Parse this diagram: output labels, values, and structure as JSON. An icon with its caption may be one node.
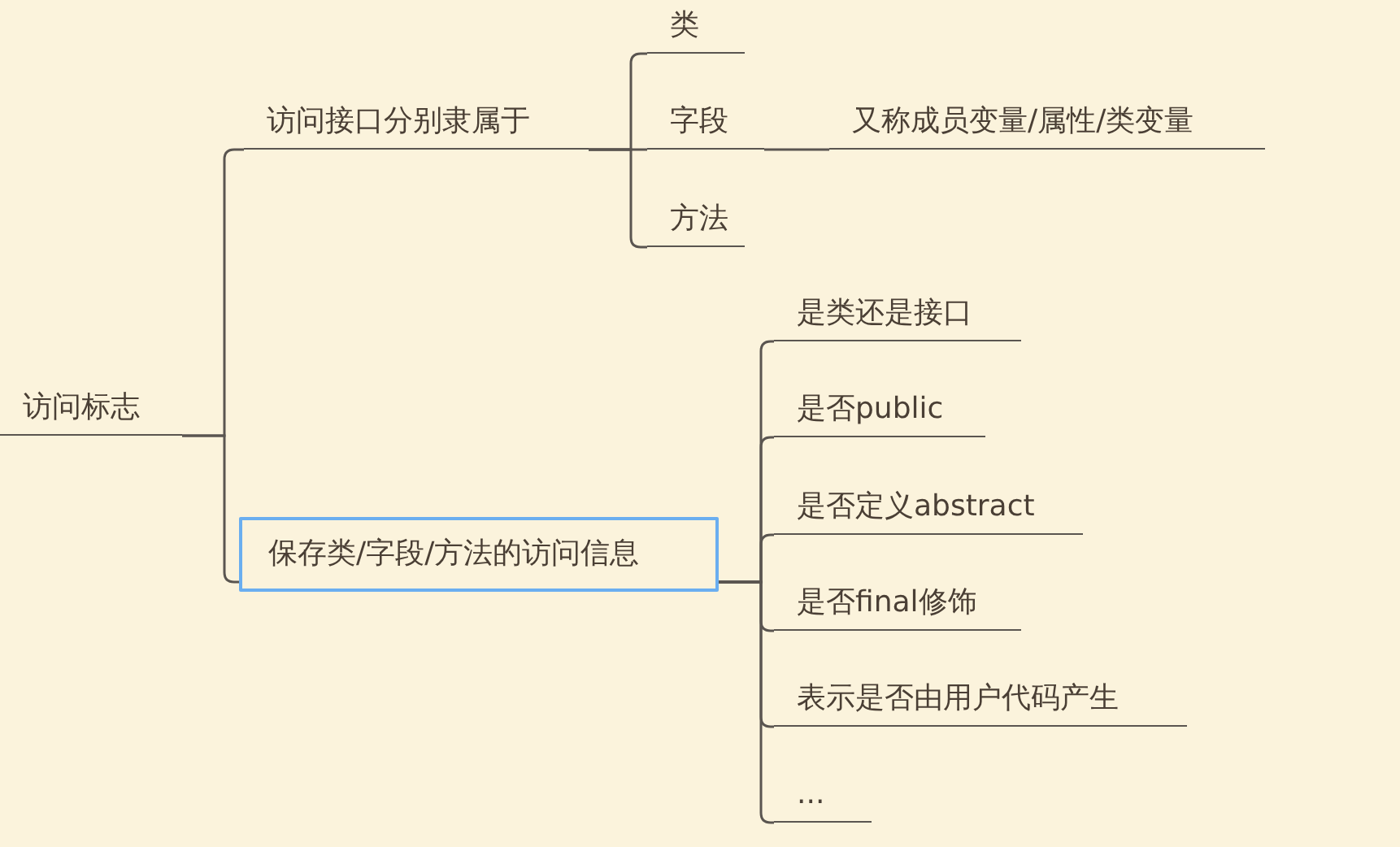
{
  "diagram": {
    "nodes": [
      {
        "text": [
          "访问标志"
        ]
      },
      {
        "text": [
          "访问接口分别隶属于"
        ]
      },
      {
        "text": [
          "类"
        ]
      },
      {
        "text": [
          "字段"
        ]
      },
      {
        "text": [
          "又称成员变量/属性/类变量"
        ]
      },
      {
        "text": [
          "方法"
        ]
      },
      {
        "text": [
          "保存类/字段/方法的访问信息"
        ]
      },
      {
        "text": [
          "是类还是接口"
        ]
      },
      {
        "text": [
          "是否public"
        ]
      },
      {
        "text": [
          "是否定义abstract"
        ]
      },
      {
        "text": [
          "是否final修饰"
        ]
      },
      {
        "text": [
          "表示是否由用户代码产生"
        ]
      },
      {
        "text": [
          "..."
        ]
      }
    ],
    "edges": [
      {
        "from": 0,
        "to": 1,
        "arrow": "none"
      },
      {
        "from": 0,
        "to": 6,
        "arrow": "none"
      },
      {
        "from": 1,
        "to": 2,
        "arrow": "none"
      },
      {
        "from": 1,
        "to": 3,
        "arrow": "none"
      },
      {
        "from": 1,
        "to": 5,
        "arrow": "none"
      },
      {
        "from": 3,
        "to": 4,
        "arrow": "none"
      },
      {
        "from": 6,
        "to": 7,
        "arrow": "none"
      },
      {
        "from": 6,
        "to": 8,
        "arrow": "none"
      },
      {
        "from": 6,
        "to": 9,
        "arrow": "none"
      },
      {
        "from": 6,
        "to": 10,
        "arrow": "none"
      },
      {
        "from": 6,
        "to": 11,
        "arrow": "none"
      },
      {
        "from": 6,
        "to": 12,
        "arrow": "none"
      }
    ]
  }
}
